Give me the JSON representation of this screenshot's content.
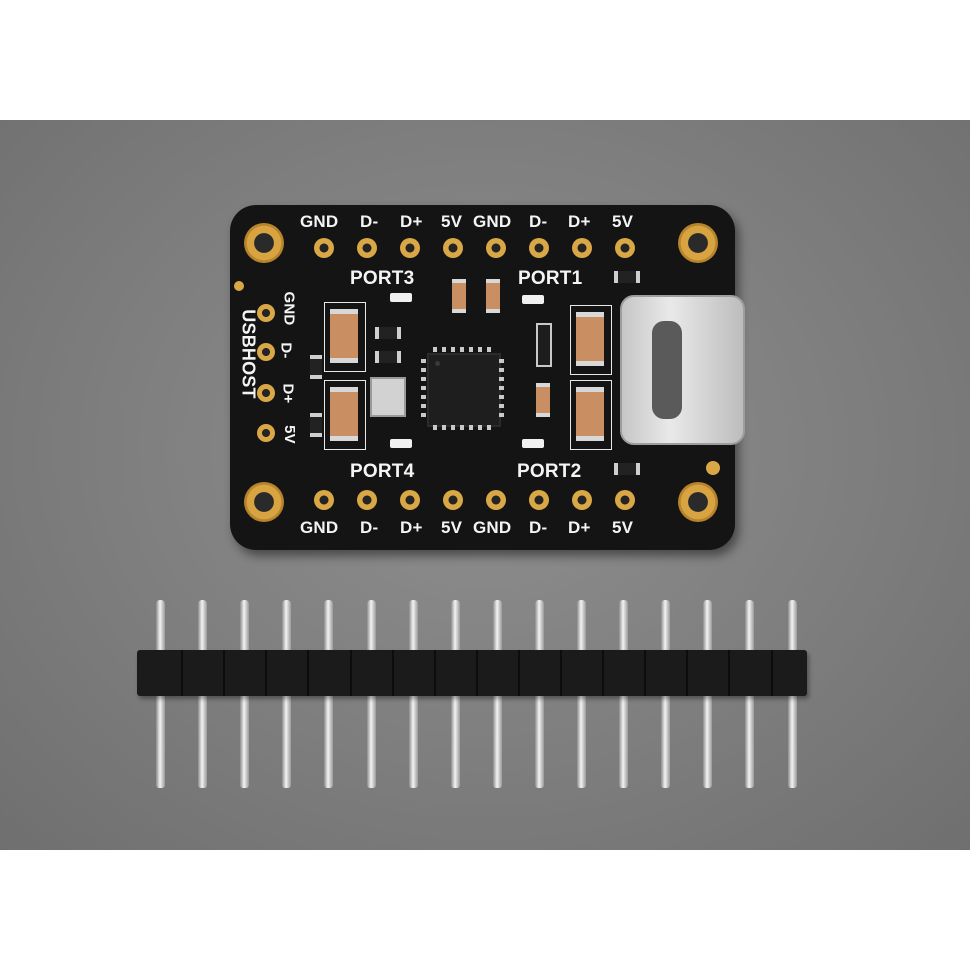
{
  "board": {
    "top_labels": [
      "GND",
      "D-",
      "D+",
      "5V",
      "GND",
      "D-",
      "D+",
      "5V"
    ],
    "bottom_labels": [
      "GND",
      "D-",
      "D+",
      "5V",
      "GND",
      "D-",
      "D+",
      "5V"
    ],
    "side_title": "USBHOST",
    "side_labels": [
      "GND",
      "D-",
      "D+",
      "5V"
    ],
    "port_labels": {
      "port1": "PORT1",
      "port2": "PORT2",
      "port3": "PORT3",
      "port4": "PORT4"
    }
  },
  "colors": {
    "backdrop": "#7e7e7e",
    "pcb": "#141414",
    "gold_pad": "#d9a745",
    "silkscreen": "#f4f4f4",
    "header_plastic": "#1b1b1b"
  },
  "header": {
    "pin_count": 16
  }
}
